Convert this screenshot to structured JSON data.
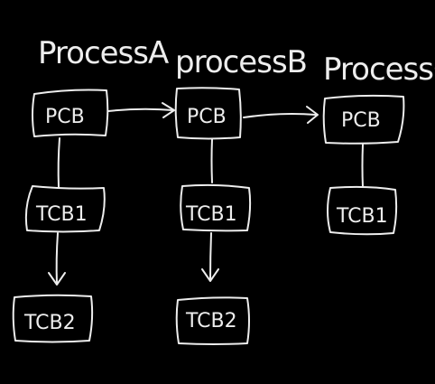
{
  "background_color": "#000000",
  "ink_color": "#ededed",
  "processes": [
    {
      "title": "ProcessA",
      "pcb_label": "PCB",
      "tcbs": [
        "TCB1",
        "TCB2"
      ]
    },
    {
      "title": "processB",
      "pcb_label": "PCB",
      "tcbs": [
        "TCB1",
        "TCB2"
      ]
    },
    {
      "title": "ProcessC",
      "pcb_label": "PCB",
      "tcbs": [
        "TCB1"
      ]
    }
  ]
}
